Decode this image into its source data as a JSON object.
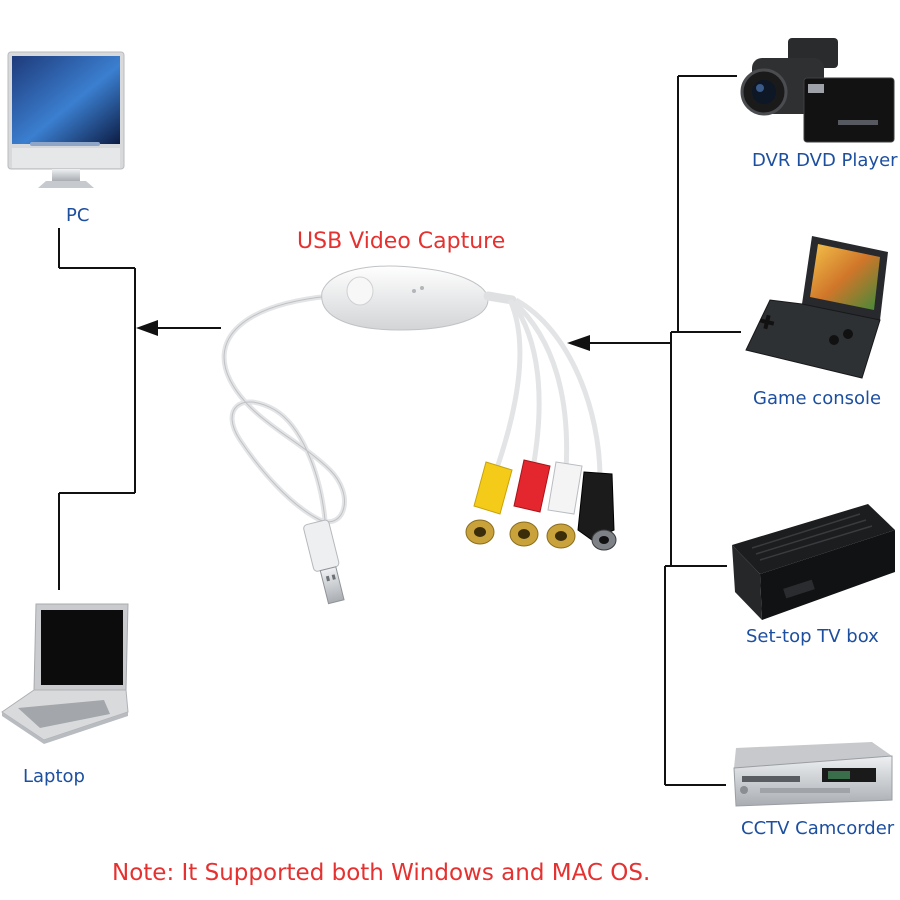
{
  "title": "USB Video Capture",
  "note": "Note: It Supported both Windows and MAC OS.",
  "outputs": [
    {
      "label": "PC",
      "icon": "desktop-monitor-icon"
    },
    {
      "label": "Laptop",
      "icon": "laptop-icon"
    }
  ],
  "inputs": [
    {
      "label": "DVR DVD Player",
      "icon": "camcorder-icon"
    },
    {
      "label": "Game console",
      "icon": "handheld-game-console-icon"
    },
    {
      "label": "Set-top TV box",
      "icon": "set-top-box-icon"
    },
    {
      "label": "CCTV Camcorder",
      "icon": "dvd-recorder-icon"
    }
  ],
  "device": {
    "icon": "usb-capture-cable-icon",
    "connectors": [
      "yellow",
      "red",
      "white",
      "black"
    ]
  },
  "colors": {
    "label": "#1d4fa0",
    "accent": "#e5312f",
    "line": "#111111"
  }
}
